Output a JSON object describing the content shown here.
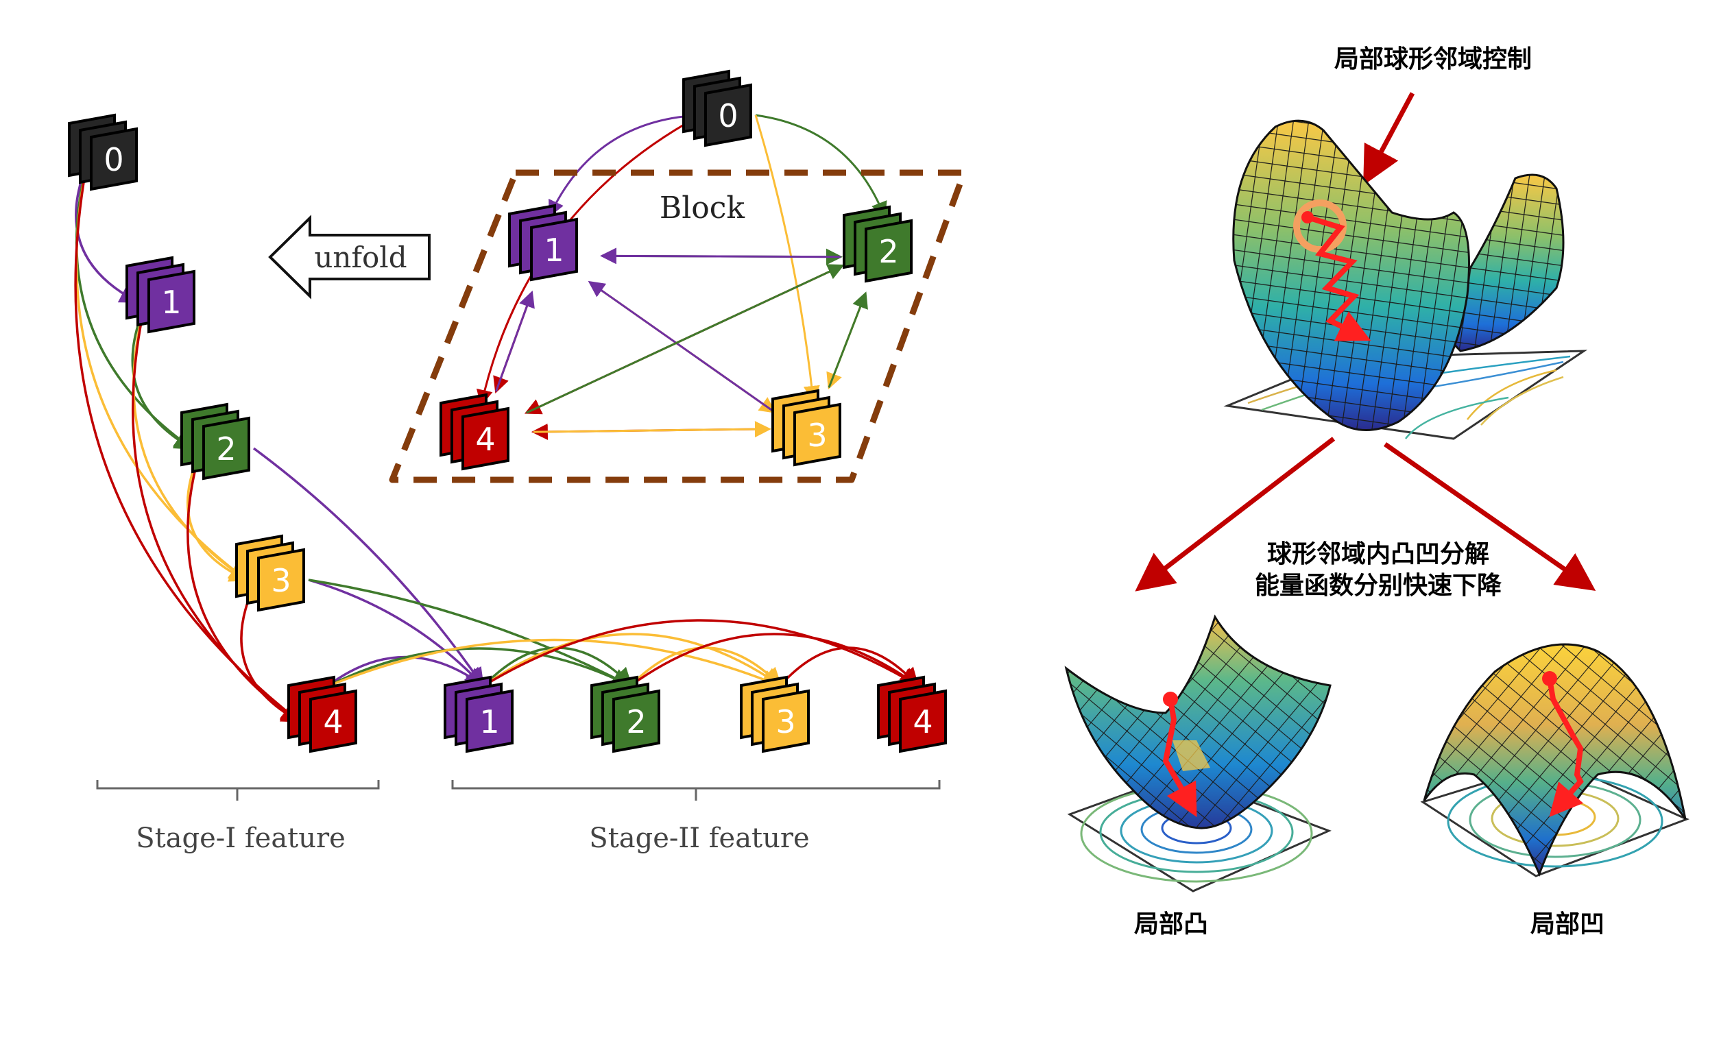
{
  "left_panel": {
    "block_label": "Block",
    "unfold_label": "unfold",
    "stage1_label": "Stage-I feature",
    "stage2_label": "Stage-II feature",
    "colors": {
      "0": "#262626",
      "1": "#7030a0",
      "2": "#3f7a2c",
      "3": "#fbbd36",
      "4": "#c00000",
      "block_border": "#843c0c"
    },
    "block_nodes": [
      {
        "id": "b0",
        "label": "0",
        "color_key": "0"
      },
      {
        "id": "b1",
        "label": "1",
        "color_key": "1"
      },
      {
        "id": "b2",
        "label": "2",
        "color_key": "2"
      },
      {
        "id": "b3",
        "label": "3",
        "color_key": "3"
      },
      {
        "id": "b4",
        "label": "4",
        "color_key": "4"
      }
    ],
    "block_edges": [
      {
        "from": "b0",
        "to": "b1",
        "color_key": "1"
      },
      {
        "from": "b0",
        "to": "b2",
        "color_key": "2"
      },
      {
        "from": "b0",
        "to": "b3",
        "color_key": "3"
      },
      {
        "from": "b0",
        "to": "b4",
        "color_key": "4"
      },
      {
        "from": "b1",
        "to": "b2",
        "color_key": "2"
      },
      {
        "from": "b2",
        "to": "b1",
        "color_key": "1"
      },
      {
        "from": "b1",
        "to": "b3",
        "color_key": "3"
      },
      {
        "from": "b3",
        "to": "b1",
        "color_key": "1"
      },
      {
        "from": "b1",
        "to": "b4",
        "color_key": "4"
      },
      {
        "from": "b4",
        "to": "b1",
        "color_key": "1"
      },
      {
        "from": "b2",
        "to": "b3",
        "color_key": "3"
      },
      {
        "from": "b3",
        "to": "b2",
        "color_key": "2"
      },
      {
        "from": "b2",
        "to": "b4",
        "color_key": "4"
      },
      {
        "from": "b4",
        "to": "b2",
        "color_key": "2"
      },
      {
        "from": "b3",
        "to": "b4",
        "color_key": "4"
      },
      {
        "from": "b4",
        "to": "b3",
        "color_key": "3"
      }
    ],
    "unfolded_nodes": [
      {
        "id": "u0",
        "label": "0",
        "color_key": "0",
        "stage": "0"
      },
      {
        "id": "u1",
        "label": "1",
        "color_key": "1",
        "stage": "I"
      },
      {
        "id": "u2",
        "label": "2",
        "color_key": "2",
        "stage": "I"
      },
      {
        "id": "u3",
        "label": "3",
        "color_key": "3",
        "stage": "I"
      },
      {
        "id": "u4",
        "label": "4",
        "color_key": "4",
        "stage": "I"
      },
      {
        "id": "v1",
        "label": "1",
        "color_key": "1",
        "stage": "II"
      },
      {
        "id": "v2",
        "label": "2",
        "color_key": "2",
        "stage": "II"
      },
      {
        "id": "v3",
        "label": "3",
        "color_key": "3",
        "stage": "II"
      },
      {
        "id": "v4",
        "label": "4",
        "color_key": "4",
        "stage": "II"
      }
    ],
    "unfolded_edges": [
      {
        "from": "u0",
        "to": "u1",
        "color_key": "1"
      },
      {
        "from": "u0",
        "to": "u2",
        "color_key": "2"
      },
      {
        "from": "u0",
        "to": "u3",
        "color_key": "3"
      },
      {
        "from": "u0",
        "to": "u4",
        "color_key": "4"
      },
      {
        "from": "u1",
        "to": "u2",
        "color_key": "2"
      },
      {
        "from": "u1",
        "to": "u3",
        "color_key": "3"
      },
      {
        "from": "u1",
        "to": "u4",
        "color_key": "4"
      },
      {
        "from": "u2",
        "to": "u3",
        "color_key": "3"
      },
      {
        "from": "u2",
        "to": "u4",
        "color_key": "4"
      },
      {
        "from": "u3",
        "to": "u4",
        "color_key": "4"
      },
      {
        "from": "u2",
        "to": "v1",
        "color_key": "1"
      },
      {
        "from": "u3",
        "to": "v1",
        "color_key": "1"
      },
      {
        "from": "u4",
        "to": "v1",
        "color_key": "1"
      },
      {
        "from": "u3",
        "to": "v2",
        "color_key": "2"
      },
      {
        "from": "u4",
        "to": "v2",
        "color_key": "2"
      },
      {
        "from": "v1",
        "to": "v2",
        "color_key": "2"
      },
      {
        "from": "u4",
        "to": "v3",
        "color_key": "3"
      },
      {
        "from": "v1",
        "to": "v3",
        "color_key": "3"
      },
      {
        "from": "v2",
        "to": "v3",
        "color_key": "3"
      },
      {
        "from": "v1",
        "to": "v4",
        "color_key": "4"
      },
      {
        "from": "v2",
        "to": "v4",
        "color_key": "4"
      },
      {
        "from": "v3",
        "to": "v4",
        "color_key": "4"
      }
    ]
  },
  "right_panel": {
    "title": "局部球形邻域控制",
    "caption_line1": "球形邻域内凸凹分解",
    "caption_line2": "能量函数分别快速下降",
    "convex_label": "局部凸",
    "concave_label": "局部凹",
    "arrow_color": "#c00000",
    "path_color": "#ff2020",
    "circle_color": "#f4a060",
    "surfaces": [
      {
        "id": "saddle",
        "type": "saddle",
        "description": "saddle surface with zigzag descent path"
      },
      {
        "id": "convex",
        "type": "bowl",
        "description": "convex bowl with descent path"
      },
      {
        "id": "concave",
        "type": "dome",
        "description": "concave dome with descent path"
      }
    ]
  }
}
